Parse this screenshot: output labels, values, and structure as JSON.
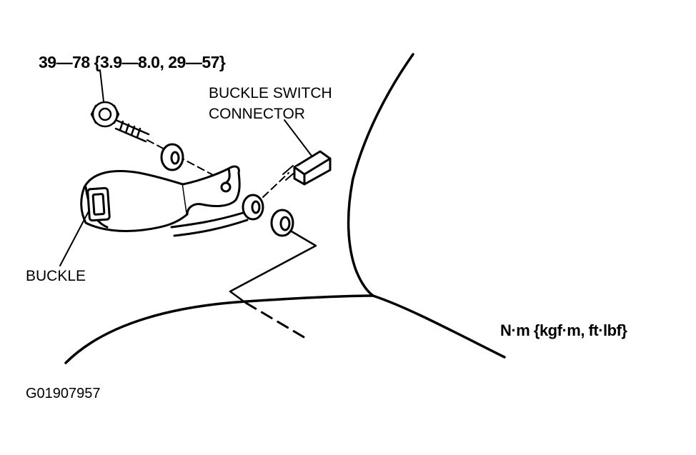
{
  "labels": {
    "torque_spec": "39—78 {3.9—8.0, 29—57}",
    "buckle_switch_line1": "BUCKLE SWITCH",
    "buckle_switch_line2": "CONNECTOR",
    "buckle": "BUCKLE",
    "units": "N·m {kgf·m, ft·lbf}",
    "figure_id": "G01907957"
  },
  "colors": {
    "ink": "#000000",
    "paper": "#ffffff"
  }
}
